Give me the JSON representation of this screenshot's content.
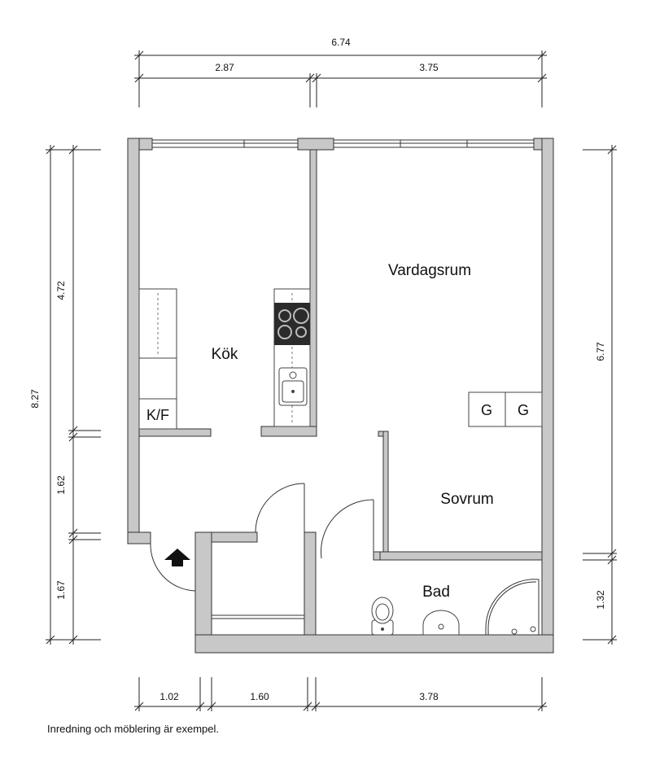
{
  "dimensions": {
    "top_total": "6.74",
    "top_left": "2.87",
    "top_right": "3.75",
    "left_total": "8.27",
    "left_upper": "4.72",
    "left_middle": "1.62",
    "left_lower": "1.67",
    "right_upper": "6.77",
    "right_lower": "1.32",
    "bottom_left": "1.02",
    "bottom_middle": "1.60",
    "bottom_right": "3.78"
  },
  "rooms": {
    "kitchen": "Kök",
    "living": "Vardagsrum",
    "bedroom": "Sovrum",
    "bath": "Bad"
  },
  "labels": {
    "fridge": "K/F",
    "wardrobe_1": "G",
    "wardrobe_2": "G"
  },
  "footnote": "Inredning och möblering är exempel.",
  "colors": {
    "wall_fill": "#c8c8c8",
    "line": "#333333",
    "stove": "#2b2b2b"
  }
}
